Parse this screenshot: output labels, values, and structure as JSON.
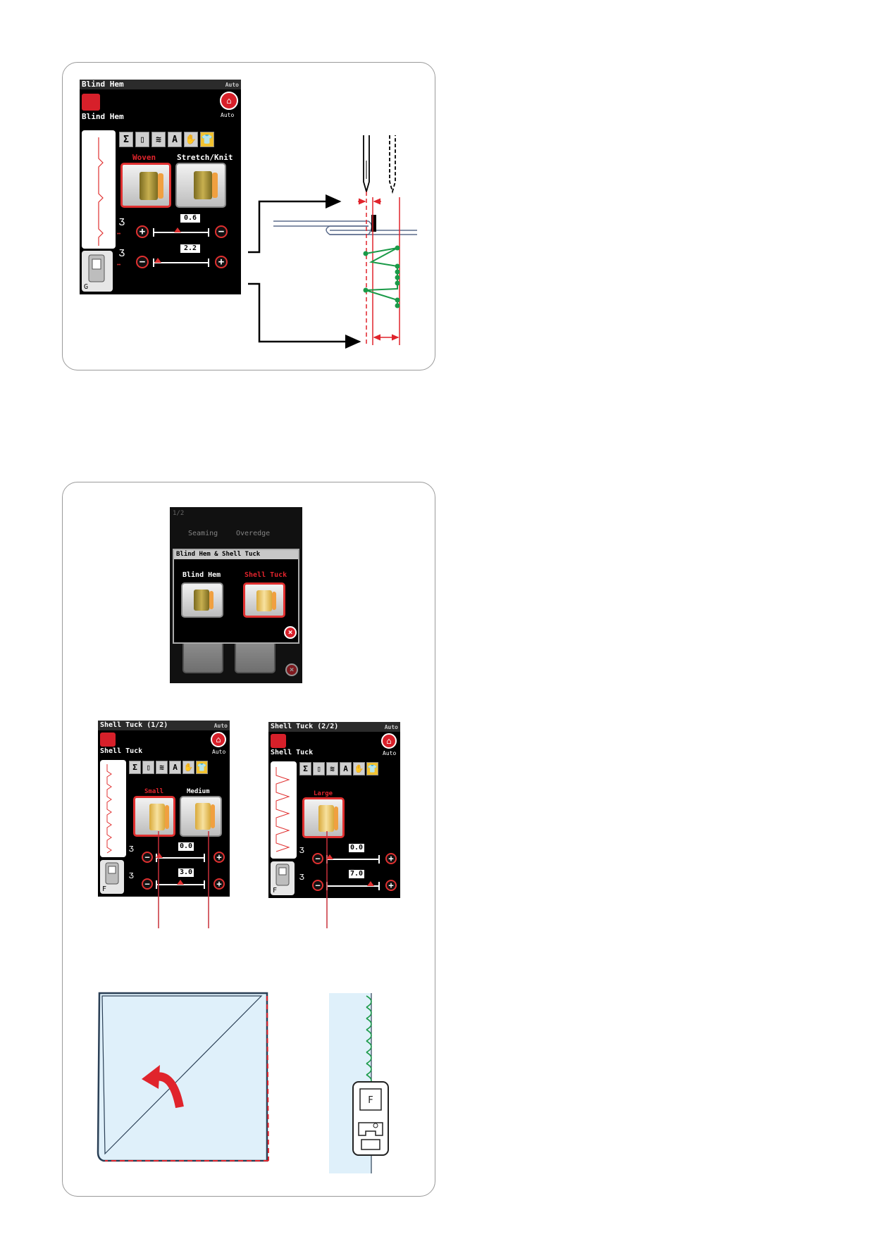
{
  "blind_hem_screen": {
    "title": "Blind Hem",
    "pattern_name": "Blind Hem",
    "status_auto": "Auto",
    "auto_label": "Auto",
    "categories": [
      "Σ",
      "▯",
      "≋",
      "A",
      "✋",
      "👕"
    ],
    "options": [
      {
        "label": "Woven",
        "selected": true
      },
      {
        "label": "Stretch/Knit",
        "selected": false
      }
    ],
    "setting1_value": "0.6",
    "setting2_value": "2.2",
    "foot_letter": "G"
  },
  "select_dialog": {
    "back_title": "1/2",
    "back_items": [
      "Seaming",
      "Overedge"
    ],
    "title": "Blind Hem & Shell Tuck",
    "options": [
      {
        "label": "Blind Hem",
        "selected": false
      },
      {
        "label": "Shell Tuck",
        "selected": true
      }
    ]
  },
  "shell_tuck_1": {
    "title": "Shell Tuck (1/2)",
    "pattern_name": "Shell Tuck",
    "status_auto": "Auto",
    "auto_label": "Auto",
    "categories": [
      "Σ",
      "▯",
      "≋",
      "A",
      "✋",
      "👕"
    ],
    "options": [
      {
        "label": "Small",
        "selected": true
      },
      {
        "label": "Medium",
        "selected": false
      }
    ],
    "setting1_value": "0.0",
    "setting2_value": "3.0",
    "foot_letter": "F"
  },
  "shell_tuck_2": {
    "title": "Shell Tuck (2/2)",
    "pattern_name": "Shell Tuck",
    "status_auto": "Auto",
    "auto_label": "Auto",
    "categories": [
      "Σ",
      "▯",
      "≋",
      "A",
      "✋",
      "👕"
    ],
    "options": [
      {
        "label": "Large",
        "selected": true
      }
    ],
    "setting1_value": "0.0",
    "setting2_value": "7.0",
    "foot_letter": "F"
  },
  "presser_foot_label": "F",
  "colors": {
    "accent_red": "#e0242c",
    "stitch_green": "#1a9a48",
    "fabric_blue": "#dff0fa"
  }
}
